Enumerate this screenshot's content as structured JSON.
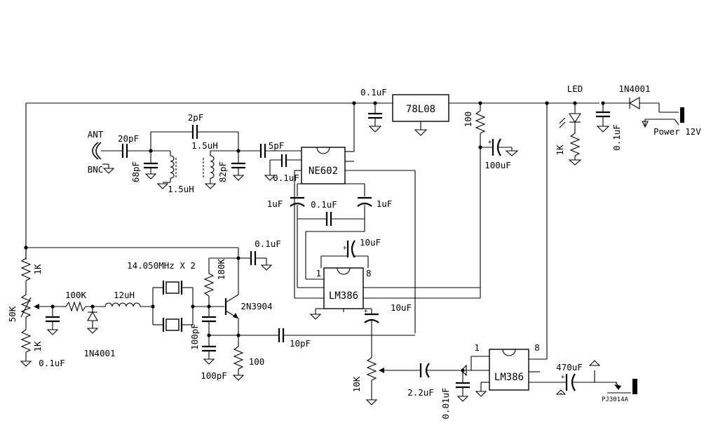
{
  "ics": {
    "regulator": "78L08",
    "mixer": "NE602",
    "audio_amp_1": "LM386",
    "audio_amp_2": "LM386",
    "amp1_pin1": "1",
    "amp1_pin8": "8",
    "amp2_pin1": "1",
    "amp2_pin8": "8"
  },
  "transistor": "2N3904",
  "diodes": {
    "varactor": "1N4001",
    "power": "1N4001",
    "led": "LED"
  },
  "crystal": "14.050MHz X 2",
  "connectors": {
    "antenna": "ANT",
    "antenna_type": "BNC",
    "power": "Power 12V",
    "headphone": "PJ3014A"
  },
  "capacitors": {
    "c_reg_in": "0.1uF",
    "c_ant": "20pF",
    "c_couple_top": "2pF",
    "c_tank1": "68pF",
    "c_tank2": "82pF",
    "c_in_mixer": "5pF",
    "c_mixer_byp": "0.1uF",
    "c_mix_out_l": "1uF",
    "c_mix_out_mid": "0.1uF",
    "c_mix_out_r": "1uF",
    "c_amp1_byp": "10uF",
    "c_amp1_out": "10uF",
    "c_reg_out": "100uF",
    "c_power": "0.1uF",
    "c_osc_byp": "0.1uF",
    "c_vfo": "0.1uF",
    "c_osc_fb1": "100pF",
    "c_osc_fb2": "100pF",
    "c_osc_out": "10pF",
    "c_vol": "2.2uF",
    "c_amp2_in": "0.01uF",
    "c_amp2_out": "470uF"
  },
  "inductors": {
    "l1": "1.5uH",
    "l2": "1.5uH",
    "l_vfo": "12uH"
  },
  "resistors": {
    "r_dec": "100",
    "r_led": "1K",
    "r_top": "1K",
    "r_bot": "1K",
    "pot_tune": "50K",
    "r_var": "100K",
    "r_bias": "180K",
    "r_emit": "100",
    "pot_vol": "10K"
  }
}
